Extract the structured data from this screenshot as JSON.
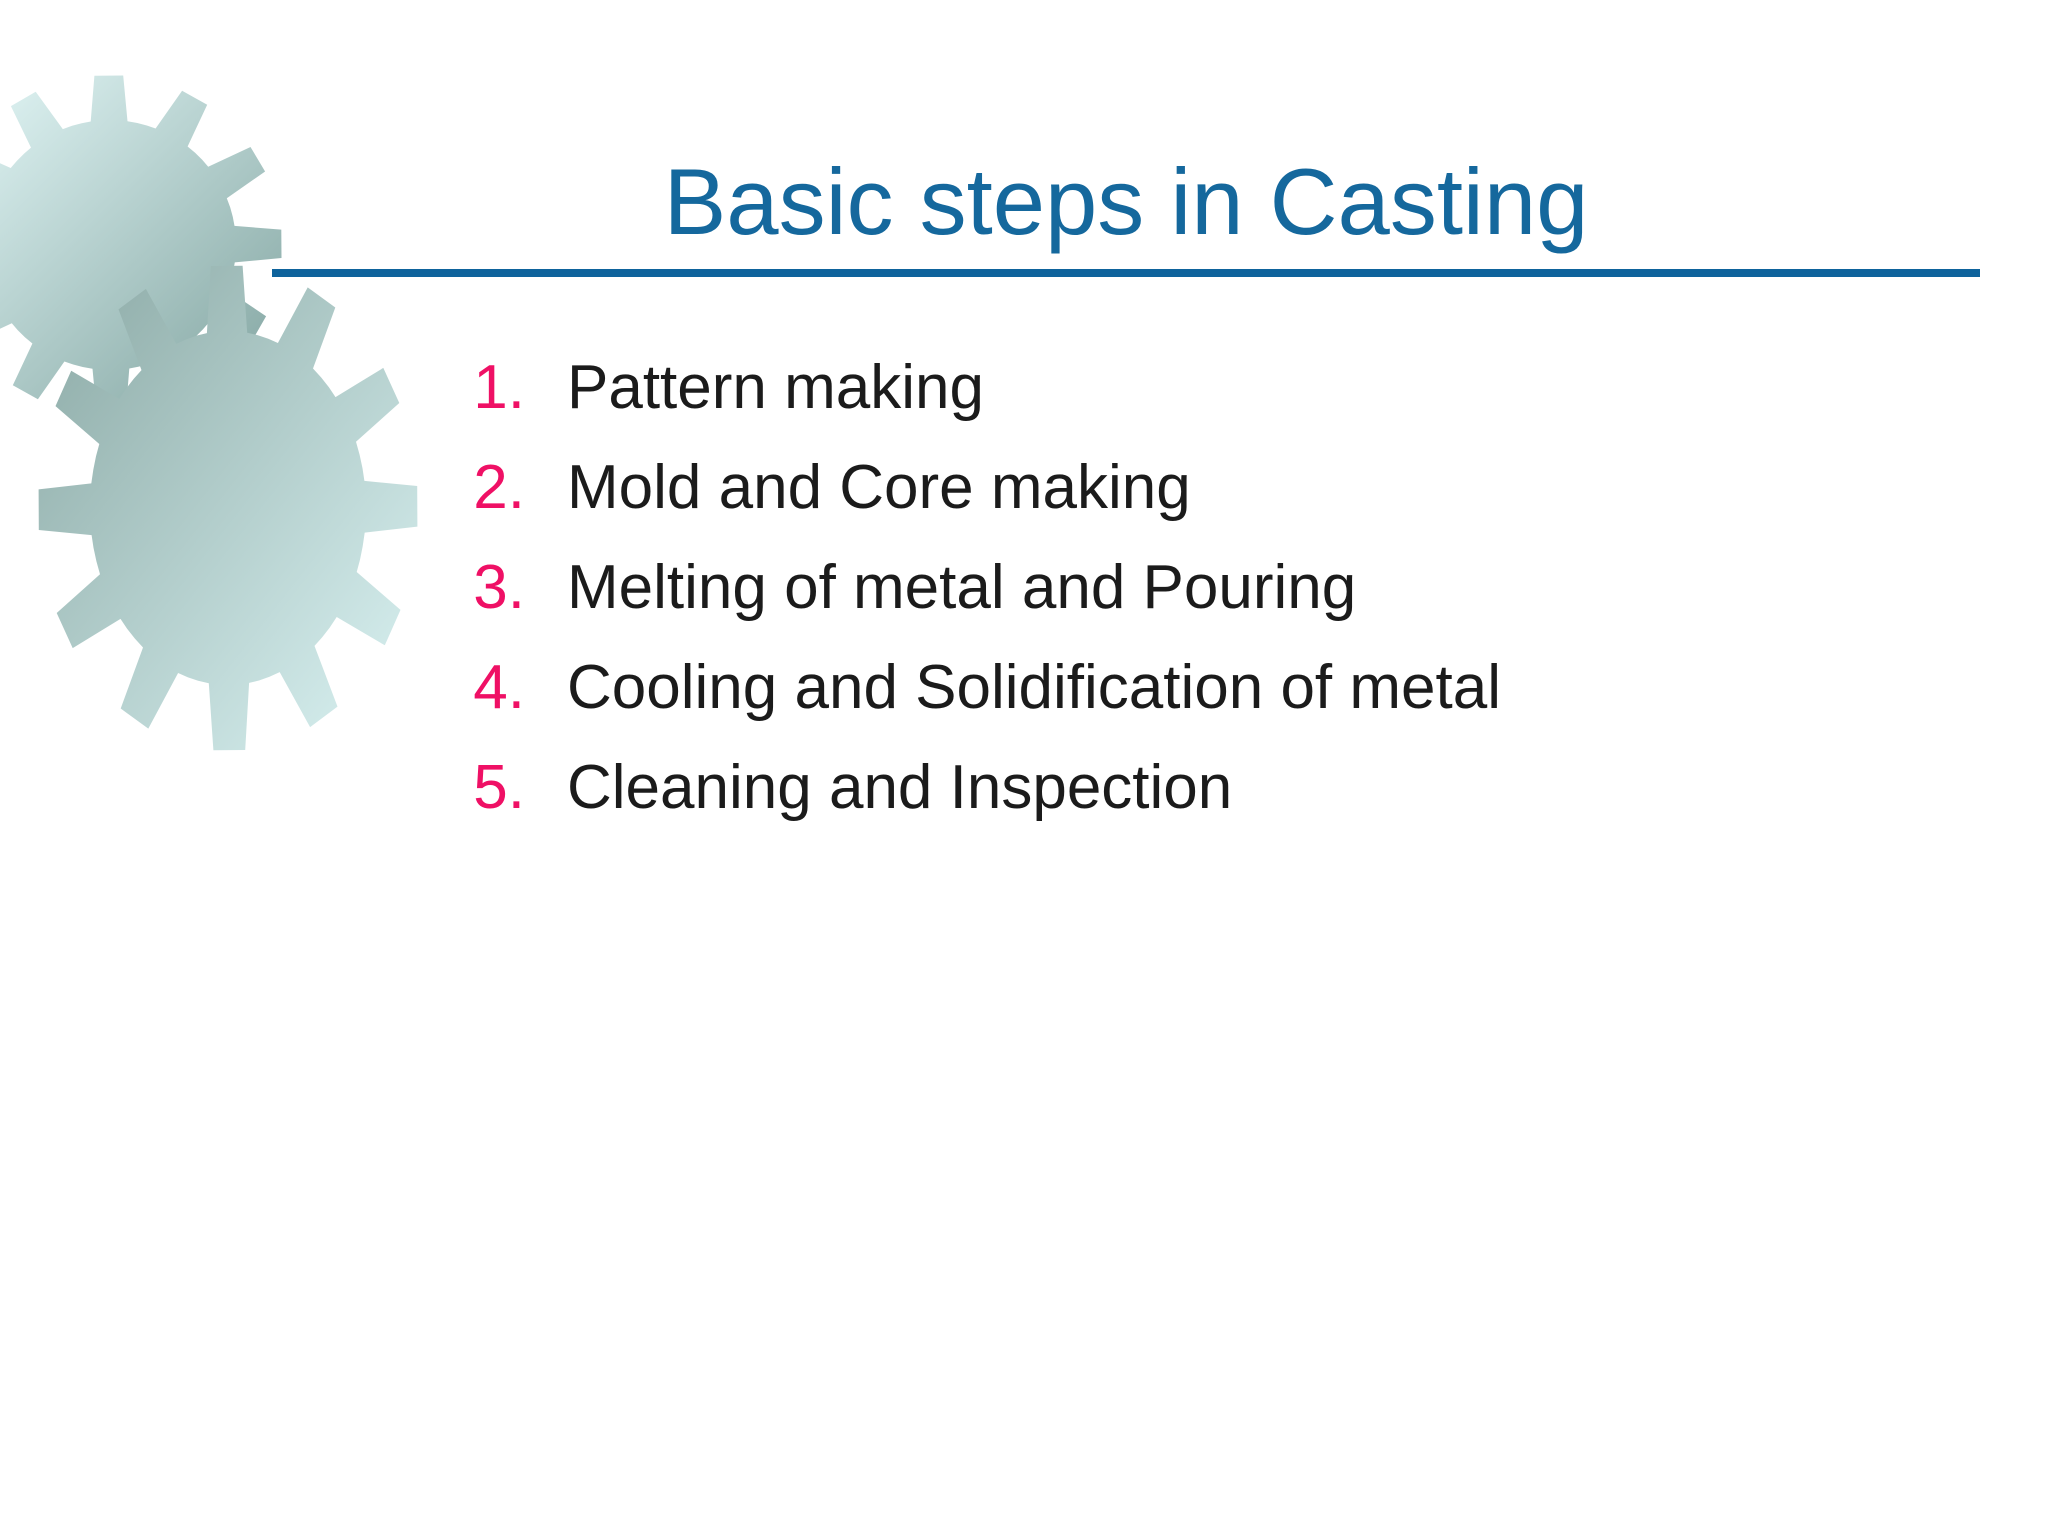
{
  "slide": {
    "title": "Basic steps in Casting",
    "list": {
      "items": [
        {
          "number": "1.",
          "label": "Pattern making"
        },
        {
          "number": "2.",
          "label": "Mold and Core making"
        },
        {
          "number": "3.",
          "label": "Melting of metal and Pouring"
        },
        {
          "number": "4.",
          "label": "Cooling and Solidification of metal"
        },
        {
          "number": "5.",
          "label": "Cleaning and Inspection"
        }
      ]
    },
    "icons": [
      {
        "name": "gear-icon",
        "description": "large interlocking teal gears, top-left decoration"
      }
    ],
    "colors": {
      "title_blue": "#15689d",
      "rule_blue": "#0e639c",
      "number_pink": "#ef1065",
      "body_text": "#1b1b1b",
      "gear_light": "#e7fafa",
      "gear_dark": "#7fa29e",
      "background": "#ffffff"
    }
  }
}
